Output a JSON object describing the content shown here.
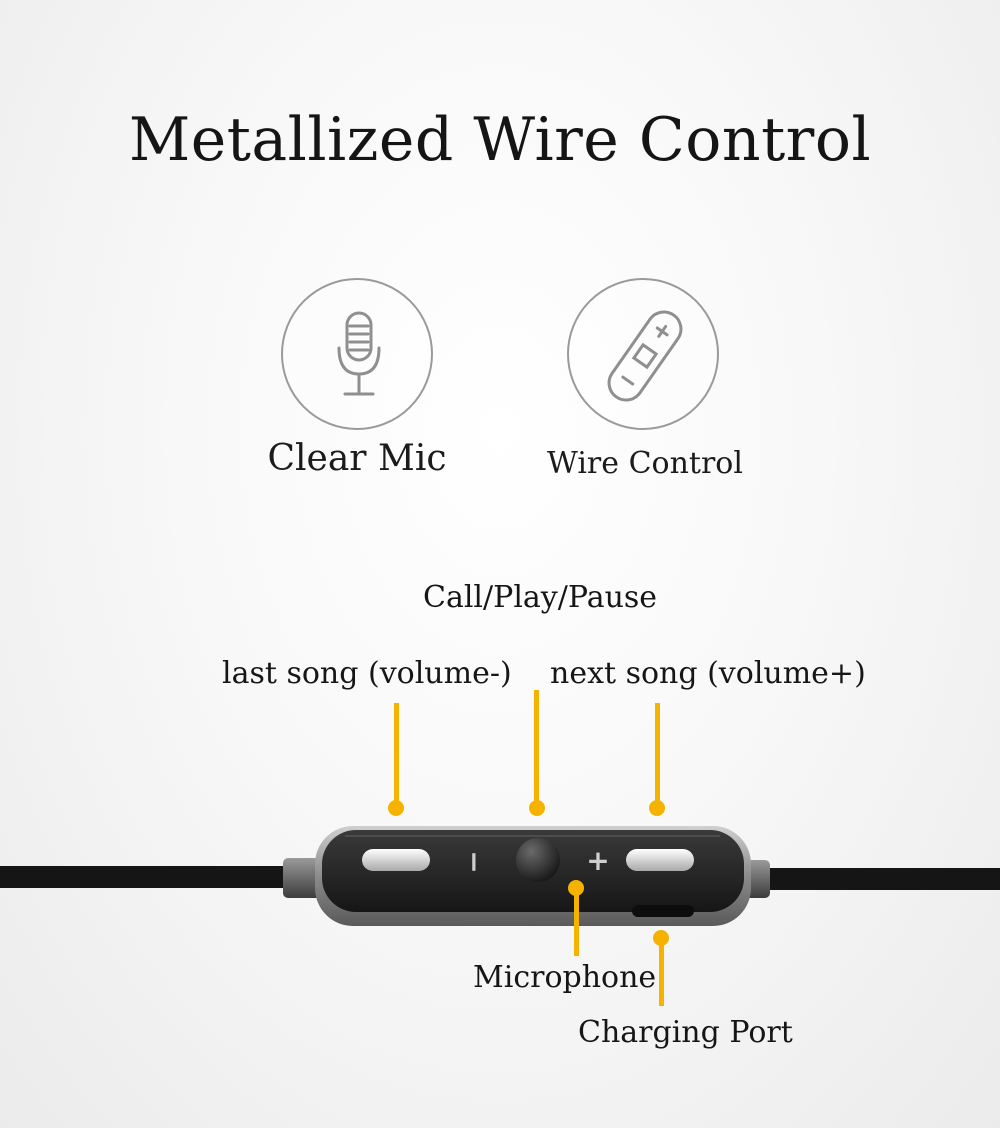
{
  "title": "Metallized Wire Control",
  "features": [
    {
      "label": "Clear Mic",
      "icon": "microphone-icon"
    },
    {
      "label": "Wire Control",
      "icon": "remote-control-icon"
    }
  ],
  "callouts": {
    "call_play_pause": "Call/Play/Pause",
    "last_song": "last song (volume-)",
    "next_song": "next song (volume+)",
    "microphone": "Microphone",
    "charging_port": "Charging Port"
  },
  "device": {
    "minus_symbol": "−",
    "plus_symbol": "+"
  },
  "colors": {
    "accent_yellow": "#f5b300",
    "cable": "#151515",
    "icon_gray": "#8f8f8f"
  }
}
